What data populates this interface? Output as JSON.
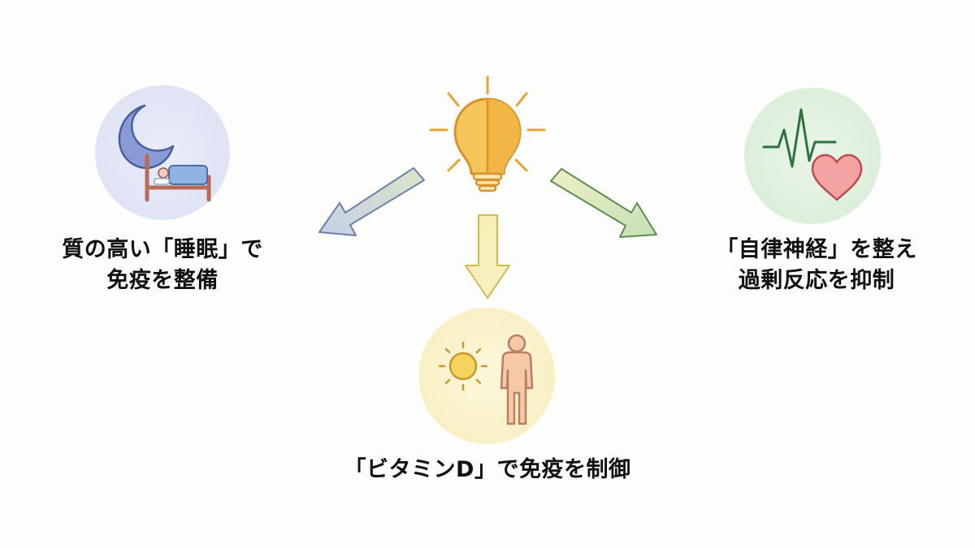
{
  "diagram": {
    "left_node": {
      "line1": "質の高い「睡眠」で",
      "line2": "免疫を整備",
      "icon": "moon-and-bed-icon",
      "circle_color": "#e3e7f6"
    },
    "right_node": {
      "line1": "「自律神経」を整え",
      "line2": "過剰反応を抑制",
      "icon": "heartbeat-heart-icon",
      "circle_color": "#e2f1e1"
    },
    "bottom_node": {
      "line1": "「ビタミンD」で免疫を制御",
      "icon": "sun-and-person-icon",
      "circle_color": "#fbf3cf"
    },
    "center_icon": "lightbulb-icon",
    "colors": {
      "bulb": "#f6c65c",
      "arrow_left": "#b9c7e0",
      "arrow_right": "#c9dfb7",
      "arrow_down": "#f3ecaa",
      "text": "#111111"
    }
  }
}
